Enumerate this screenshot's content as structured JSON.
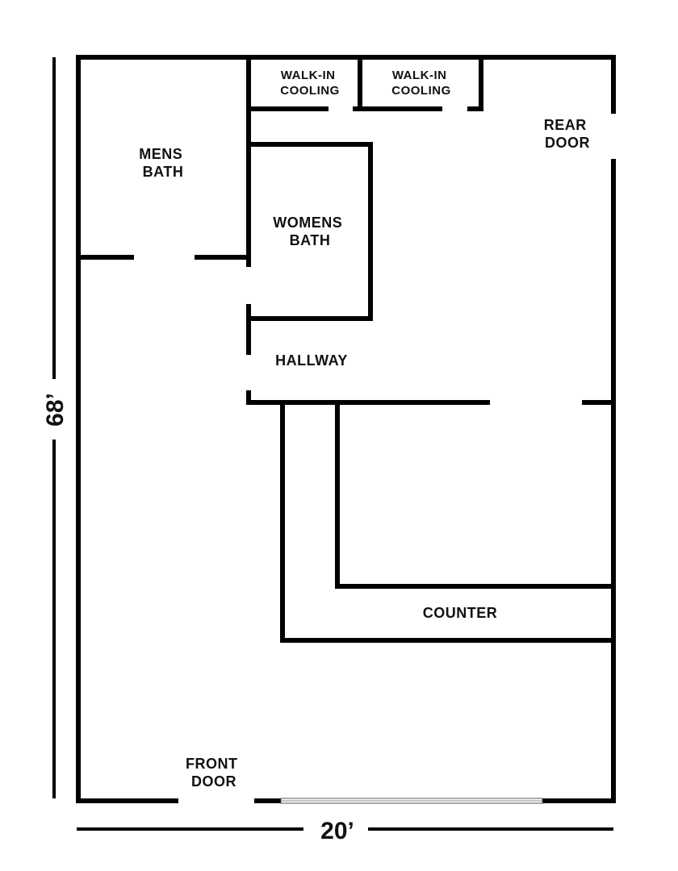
{
  "dimensions": {
    "height": "68’",
    "width": "20’"
  },
  "rooms": {
    "walk_in_cooling_1": [
      "WALK-IN",
      "COOLING"
    ],
    "walk_in_cooling_2": [
      "WALK-IN",
      "COOLING"
    ],
    "mens_bath": [
      "MENS",
      "BATH"
    ],
    "womens_bath": [
      "WOMENS",
      "BATH"
    ],
    "rear_door": [
      "REAR",
      "DOOR"
    ],
    "hallway": "HALLWAY",
    "counter": "COUNTER",
    "front_door": [
      "FRONT",
      "DOOR"
    ]
  }
}
